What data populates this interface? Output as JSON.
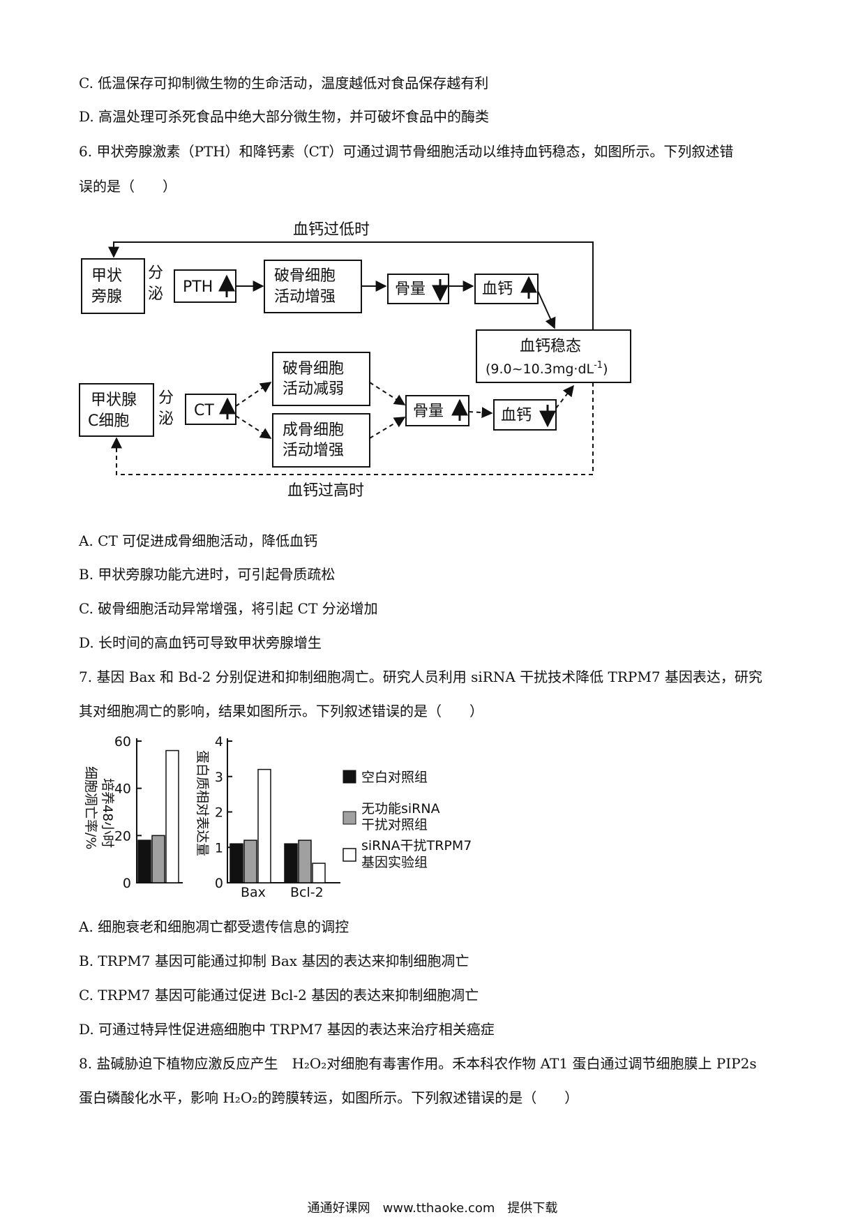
{
  "lines": {
    "l1": "C. 低温保存可抑制微生物的生命活动，温度越低对食品保存越有利",
    "l2": "D. 高温处理可杀死食品中绝大部分微生物，并可破坏食品中的酶类",
    "l3": "6. 甲状旁腺激素（PTH）和降钙素（CT）可通过调节骨细胞活动以维持血钙稳态，如图所示。下列叙述错",
    "l4": "误的是（　　）",
    "l5": "A. CT 可促进成骨细胞活动，降低血钙",
    "l6": "B. 甲状旁腺功能亢进时，可引起骨质疏松",
    "l7": "C. 破骨细胞活动异常增强，将引起 CT 分泌增加",
    "l8": "D. 长时间的高血钙可导致甲状旁腺增生",
    "l9": "7. 基因 Bax 和 Bd-2 分别促进和抑制细胞凋亡。研究人员利用 siRNA 干扰技术降低 TRPM7 基因表达，研究",
    "l10": "其对细胞凋亡的影响，结果如图所示。下列叙述错误的是（　　）",
    "l11": "A. 细胞衰老和细胞凋亡都受遗传信息的调控",
    "l12": "B. TRPM7 基因可能通过抑制 Bax 基因的表达来抑制细胞凋亡",
    "l13": "C. TRPM7 基因可能通过促进 Bcl-2 基因的表达来抑制细胞凋亡",
    "l14": "D. 可通过特异性促进癌细胞中 TRPM7 基因的表达来治疗相关癌症",
    "l15": "8. 盐碱胁迫下植物应激反应产生　H₂O₂对细胞有毒害作用。禾本科农作物 AT1 蛋白通过调节细胞膜上 PIP2s",
    "l16": "蛋白磷酸化水平，影响 H₂O₂的跨膜转运，如图所示。下列叙述错误的是（　　）"
  },
  "diagram": {
    "low_label": "血钙过低时",
    "high_label": "血钙过高时",
    "parathyroid_1": "甲状",
    "parathyroid_2": "旁腺",
    "secrete_1": "分",
    "secrete_2": "泌",
    "pth": "PTH",
    "osteoclast_up_1": "破骨细胞",
    "osteoclast_up_2": "活动增强",
    "bone_down": "骨量",
    "ca_up": "血钙",
    "homeostasis_1": "血钙稳态",
    "homeostasis_2": "(9.0~10.3mg·dL",
    "homeostasis_sup": "-1",
    "homeostasis_close": ")",
    "thyroid_c_1": "甲状腺",
    "thyroid_c_2": "C细胞",
    "ct": "CT",
    "osteoclast_down_1": "破骨细胞",
    "osteoclast_down_2": "活动减弱",
    "osteoblast_up_1": "成骨细胞",
    "osteoblast_up_2": "活动增强",
    "bone_up": "骨量",
    "ca_down": "血钙"
  },
  "chart_data": [
    {
      "type": "bar",
      "ylabel_1": "培养48小时",
      "ylabel_2": "细胞凋亡率/%",
      "yticks": [
        "0",
        "20",
        "40",
        "60"
      ],
      "ylim": [
        0,
        60
      ],
      "series": [
        {
          "name": "空白对照组",
          "values": [
            18
          ]
        },
        {
          "name": "无功能siRNA干扰对照组",
          "values": [
            20
          ]
        },
        {
          "name": "siRNA干扰TRPM7基因实验组",
          "values": [
            56
          ]
        }
      ]
    },
    {
      "type": "bar",
      "ylabel": "蛋白质相对表达量",
      "yticks": [
        "0",
        "1",
        "2",
        "3",
        "4"
      ],
      "ylim": [
        0,
        4
      ],
      "categories": [
        "Bax",
        "Bcl-2"
      ],
      "series": [
        {
          "name": "空白对照组",
          "values": [
            1.1,
            1.1
          ]
        },
        {
          "name": "无功能siRNA干扰对照组",
          "values": [
            1.2,
            1.2
          ]
        },
        {
          "name": "siRNA干扰TRPM7基因实验组",
          "values": [
            3.2,
            0.55
          ]
        }
      ]
    }
  ],
  "legend": {
    "item1": "空白对照组",
    "item2a": "无功能siRNA",
    "item2b": "干扰对照组",
    "item3a": "siRNA干扰TRPM7",
    "item3b": "基因实验组"
  },
  "colors": {
    "black": "#111111",
    "gray": "#a0a0a0",
    "white": "#ffffff"
  },
  "footer": "通通好课网　www.tthaoke.com　提供下载"
}
